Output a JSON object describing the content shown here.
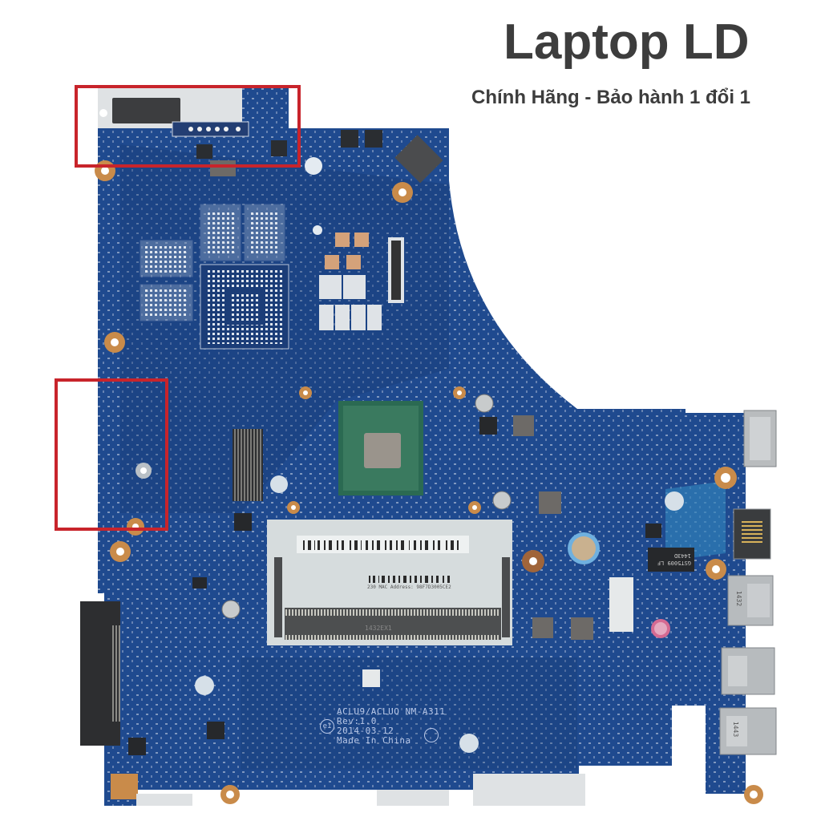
{
  "watermark": {
    "title": "Laptop LD",
    "subtitle": "Chính Hãng - Bảo hành 1 đổi 1",
    "text_color": "#3d3d3d"
  },
  "board": {
    "pcb_color": "#1f4a8f",
    "pcb_dark": "#173a73",
    "silkscreen": {
      "line1": "ACLU9/ACLUO NM-A311",
      "line2": "Rev:1.0",
      "line3": "2014-03-12",
      "line4": "Made In China",
      "mark": "e1"
    },
    "highlight_color": "#c8242b",
    "highlights": [
      {
        "name": "battery-connector-region"
      },
      {
        "name": "left-edge-connector-region"
      }
    ],
    "ram_slot": {
      "barcode_caption": "230 MAC Address: 98F7D3005CE2",
      "socket_mark": "1432EX1"
    },
    "lan_chip_text": "GST5009 LF 1443D",
    "hdmi_mark": "1432",
    "usb_mark": "1443"
  }
}
